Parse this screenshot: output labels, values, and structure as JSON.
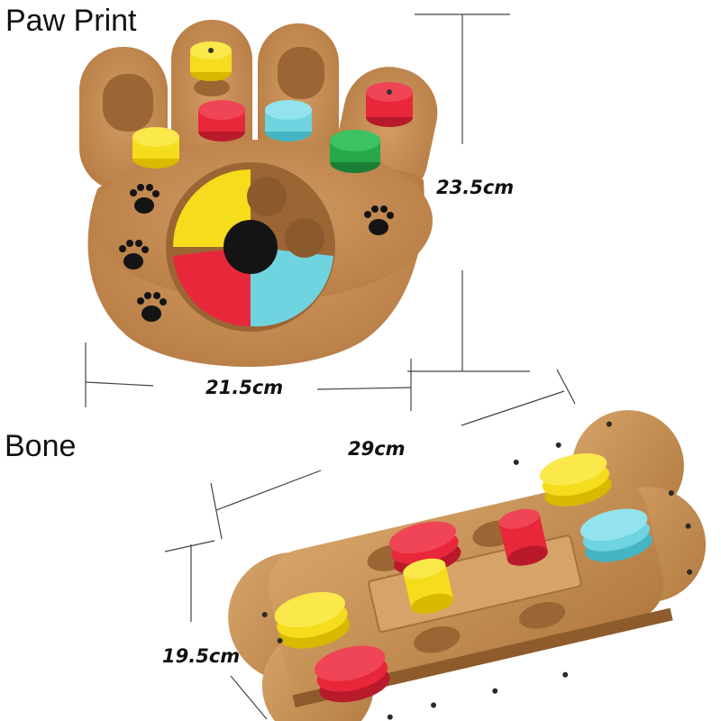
{
  "titles": {
    "paw": "Paw Print",
    "bone": "Bone"
  },
  "dimensions": {
    "paw_height": "23.5cm",
    "paw_width": "21.5cm",
    "bone_length": "29cm",
    "bone_width": "19.5cm"
  },
  "colors": {
    "wood": "#c8915a",
    "wood_dark": "#a8703c",
    "yellow": "#f5dc1c",
    "red": "#e8273a",
    "cyan": "#6fd3e0",
    "green": "#27a84a",
    "black": "#141414"
  }
}
